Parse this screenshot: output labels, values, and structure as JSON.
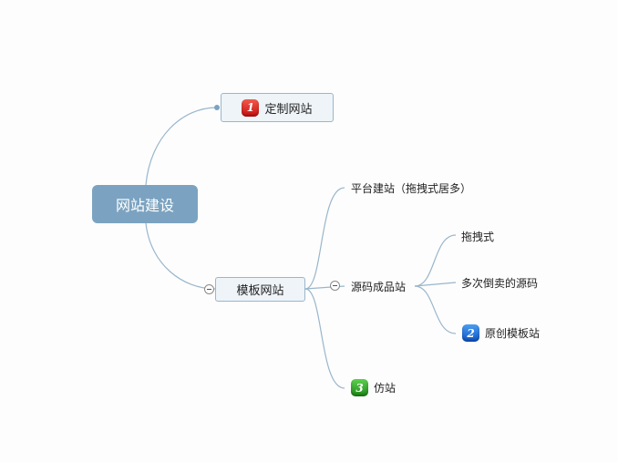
{
  "mindmap": {
    "root": {
      "label": "网站建设"
    },
    "topics": [
      {
        "label": "定制网站",
        "badge": "1",
        "badge_color": "#d41b12"
      },
      {
        "label": "模板网站",
        "children": [
          {
            "label": "平台建站（拖拽式居多）"
          },
          {
            "label": "源码成品站",
            "children": [
              {
                "label": "拖拽式"
              },
              {
                "label": "多次倒卖的源码"
              },
              {
                "label": "原创模板站",
                "badge": "2",
                "badge_color": "#1566d6"
              }
            ]
          },
          {
            "label": "仿站",
            "badge": "3",
            "badge_color": "#28a420"
          }
        ]
      }
    ],
    "colors": {
      "root_fill": "#7ba3c1",
      "topic_border": "#9ab6cb",
      "topic_fill": "#eef4f8",
      "line": "#9ab6cb"
    }
  }
}
